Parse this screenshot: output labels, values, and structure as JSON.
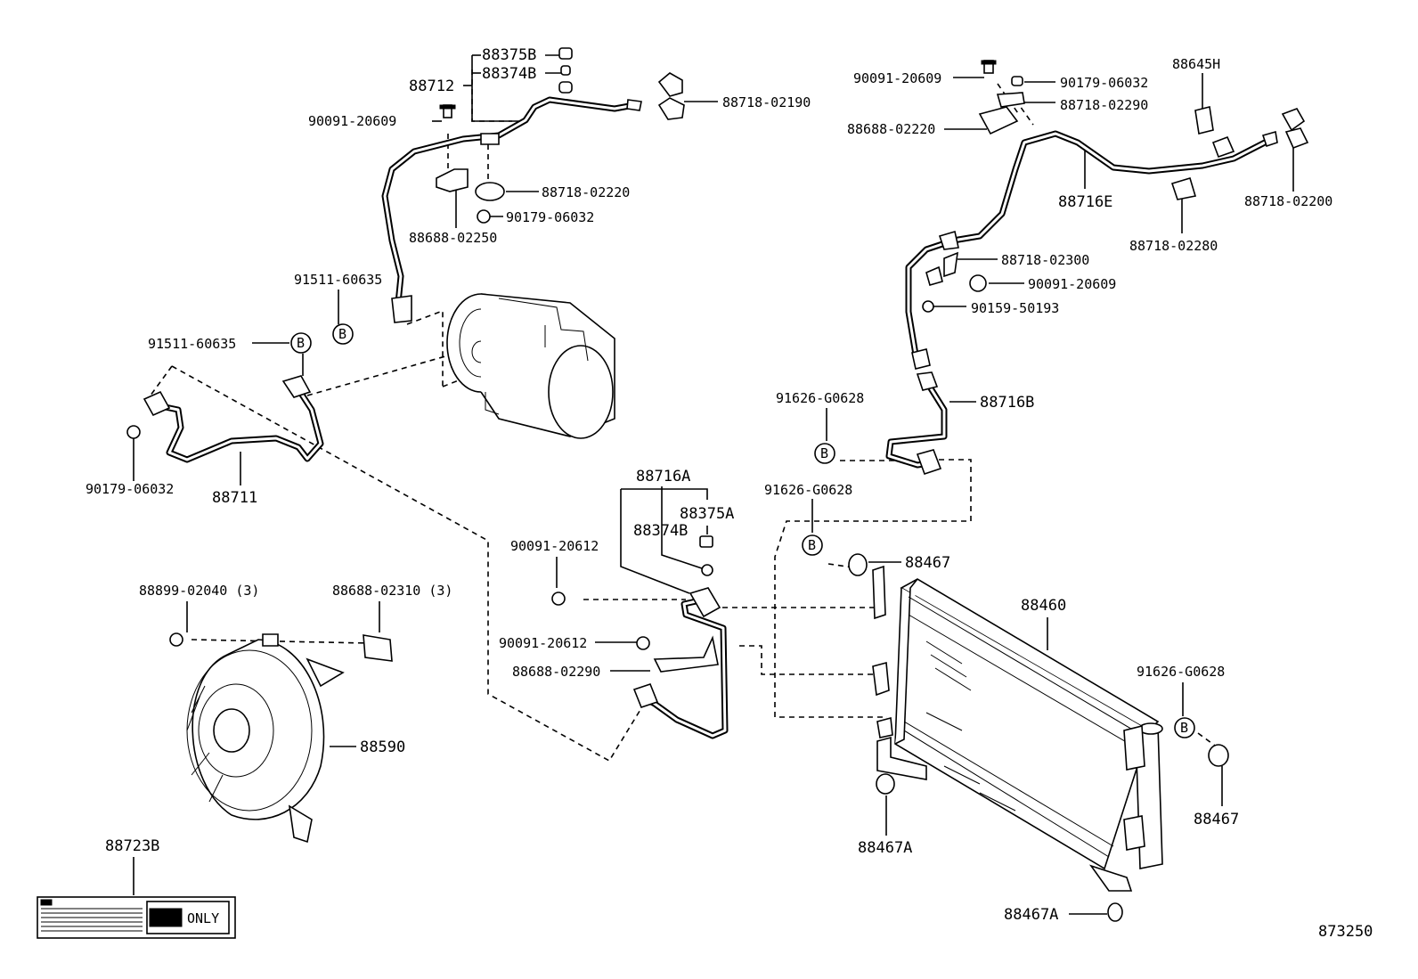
{
  "diagram_id": "873250",
  "callouts": {
    "c88375B_top": "88375B",
    "c88374B_top": "88374B",
    "c88712": "88712",
    "c90091_20609_left": "90091-20609",
    "c88718_02190": "88718-02190",
    "c88718_02220": "88718-02220",
    "c90179_06032_mid": "90179-06032",
    "c88688_02250": "88688-02250",
    "c91511_60635_a": "91511-60635",
    "c91511_60635_b": "91511-60635",
    "c90179_06032_left": "90179-06032",
    "c88711": "88711",
    "c90091_20609_right": "90091-20609",
    "c90179_06032_right": "90179-06032",
    "c88645H": "88645H",
    "c88718_02290": "88718-02290",
    "c88688_02220": "88688-02220",
    "c88716E": "88716E",
    "c88718_02200": "88718-02200",
    "c88718_02280": "88718-02280",
    "c88718_02300": "88718-02300",
    "c90091_20609_mid": "90091-20609",
    "c90159_50193": "90159-50193",
    "c91626_G0628_a": "91626-G0628",
    "c88716B": "88716B",
    "c91626_G0628_b": "91626-G0628",
    "c88716A": "88716A",
    "c88375A": "88375A",
    "c88374B_mid": "88374B",
    "c90091_20612_a": "90091-20612",
    "c90091_20612_b": "90091-20612",
    "c88688_02290": "88688-02290",
    "c88467_a": "88467",
    "c88460": "88460",
    "c91626_G0628_c": "91626-G0628",
    "c88467_b": "88467",
    "c88467A_a": "88467A",
    "c88467A_b": "88467A",
    "c88899_02040": "88899-02040 (3)",
    "c88688_02310": "88688-02310 (3)",
    "c88590": "88590",
    "c88723B": "88723B"
  },
  "markers": {
    "b": "B"
  },
  "label_plate": {
    "text": "ONLY"
  }
}
